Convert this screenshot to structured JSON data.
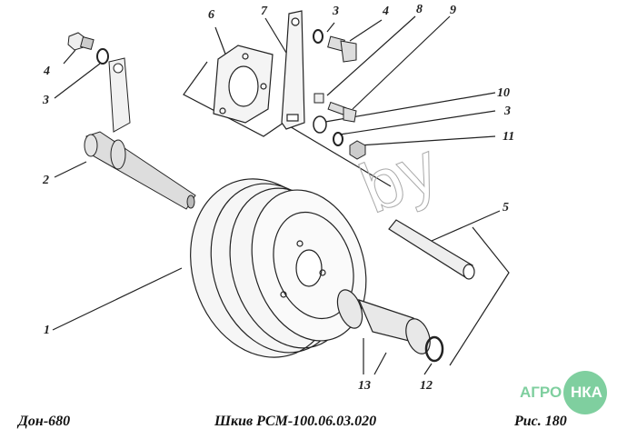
{
  "figure": {
    "model": "Дон-680",
    "title": "Шкив РСМ-100.06.03.020",
    "fig_label": "Рис.  180"
  },
  "callouts": [
    {
      "id": "c4a",
      "text": "4"
    },
    {
      "id": "c3a",
      "text": "3"
    },
    {
      "id": "c2",
      "text": "2"
    },
    {
      "id": "c1",
      "text": "1"
    },
    {
      "id": "c6",
      "text": "6"
    },
    {
      "id": "c7",
      "text": "7"
    },
    {
      "id": "c3b",
      "text": "3"
    },
    {
      "id": "c4b",
      "text": "4"
    },
    {
      "id": "c8",
      "text": "8"
    },
    {
      "id": "c9",
      "text": "9"
    },
    {
      "id": "c10",
      "text": "10"
    },
    {
      "id": "c3c",
      "text": "3"
    },
    {
      "id": "c11",
      "text": "11"
    },
    {
      "id": "c5",
      "text": "5"
    },
    {
      "id": "c13",
      "text": "13"
    },
    {
      "id": "c12",
      "text": "12"
    }
  ],
  "parts": {
    "pulley": "pulley-icon",
    "shaft_with_lever": "shaft-lever-icon",
    "flange": "flange-icon",
    "plate": "plate-icon",
    "bolt": "bolt-icon",
    "washer": "washer-icon",
    "nut": "nut-icon",
    "tube": "tube-icon",
    "bearing": "bearing-icon",
    "snap_ring": "snap-ring-icon"
  },
  "logo": {
    "left": "АГРО",
    "right": "НКА",
    "color": "#7fcf9f"
  },
  "watermark": {
    "text": "by"
  }
}
